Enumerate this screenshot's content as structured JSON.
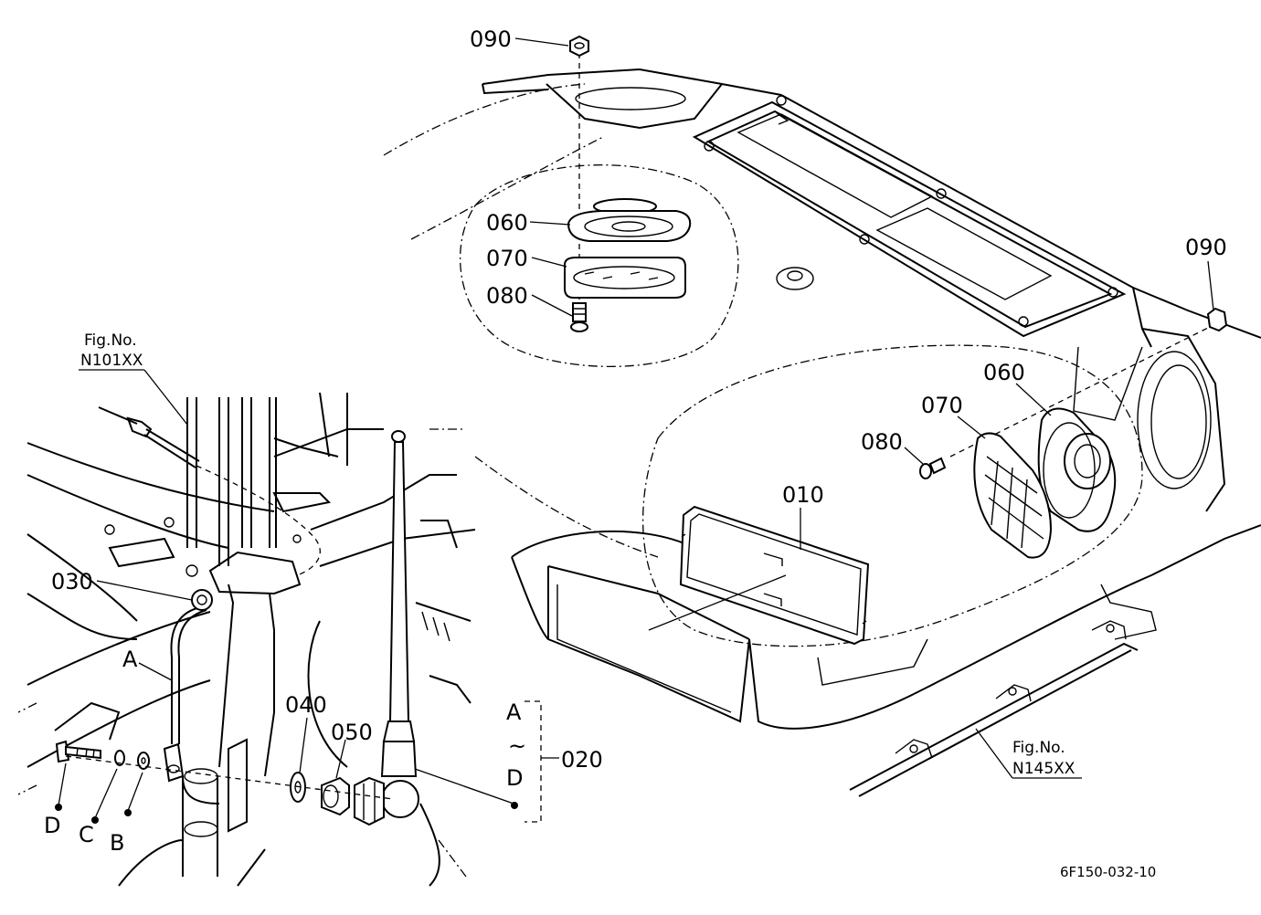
{
  "labels": {
    "p090_top": "090",
    "p060_left": "060",
    "p070_left": "070",
    "p080_left": "080",
    "p090_right": "090",
    "p060_right": "060",
    "p070_right": "070",
    "p080_right": "080",
    "p010": "010",
    "p030": "030",
    "p040": "040",
    "p050": "050",
    "p020": "020",
    "ref_a": "A",
    "ref_b": "B",
    "ref_c": "C",
    "ref_d": "D",
    "range_start": "A",
    "range_sep": "~",
    "range_end": "D"
  },
  "figure_refs": {
    "upper_left": {
      "line1": "Fig.No.",
      "line2": "N101XX"
    },
    "lower_right": {
      "line1": "Fig.No.",
      "line2": "N145XX"
    }
  },
  "drawing_number": "6F150-032-10"
}
